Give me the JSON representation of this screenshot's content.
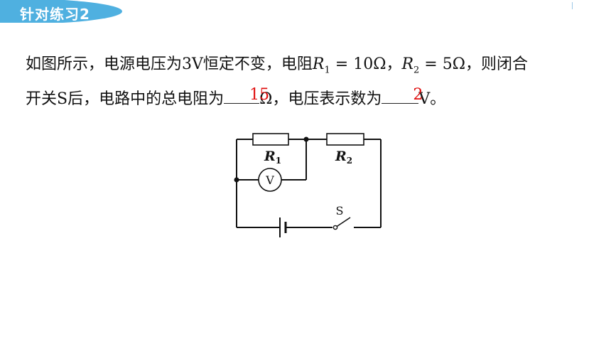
{
  "header": {
    "badge_label": "针对练习2"
  },
  "problem": {
    "line1_part1": "如图所示，电源电压为",
    "voltage_value": "3V",
    "line1_part2": "恒定不变，电阻",
    "r1_sym": "R",
    "r1_sub": "1",
    "r1_value": " = 10Ω",
    "sep": "，",
    "r2_sym": "R",
    "r2_sub": "2",
    "r2_value": " = 5Ω",
    "line1_part3": "，则闭合",
    "line2_part1": "开关",
    "switch_letter": "S",
    "line2_part2": "后，电路中的总电阻为",
    "unit_ohm": "Ω",
    "line2_part3": "，电压表示数为",
    "unit_v": "V",
    "line2_end": "。",
    "answer_resistance": "15",
    "answer_voltage": "2"
  },
  "circuit": {
    "r1_label": "R",
    "r1_label_sub": "1",
    "r2_label": "R",
    "r2_label_sub": "2",
    "voltmeter_label": "V",
    "switch_label": "S"
  },
  "colors": {
    "badge": "#4fb0e0",
    "answer": "#e01010"
  }
}
